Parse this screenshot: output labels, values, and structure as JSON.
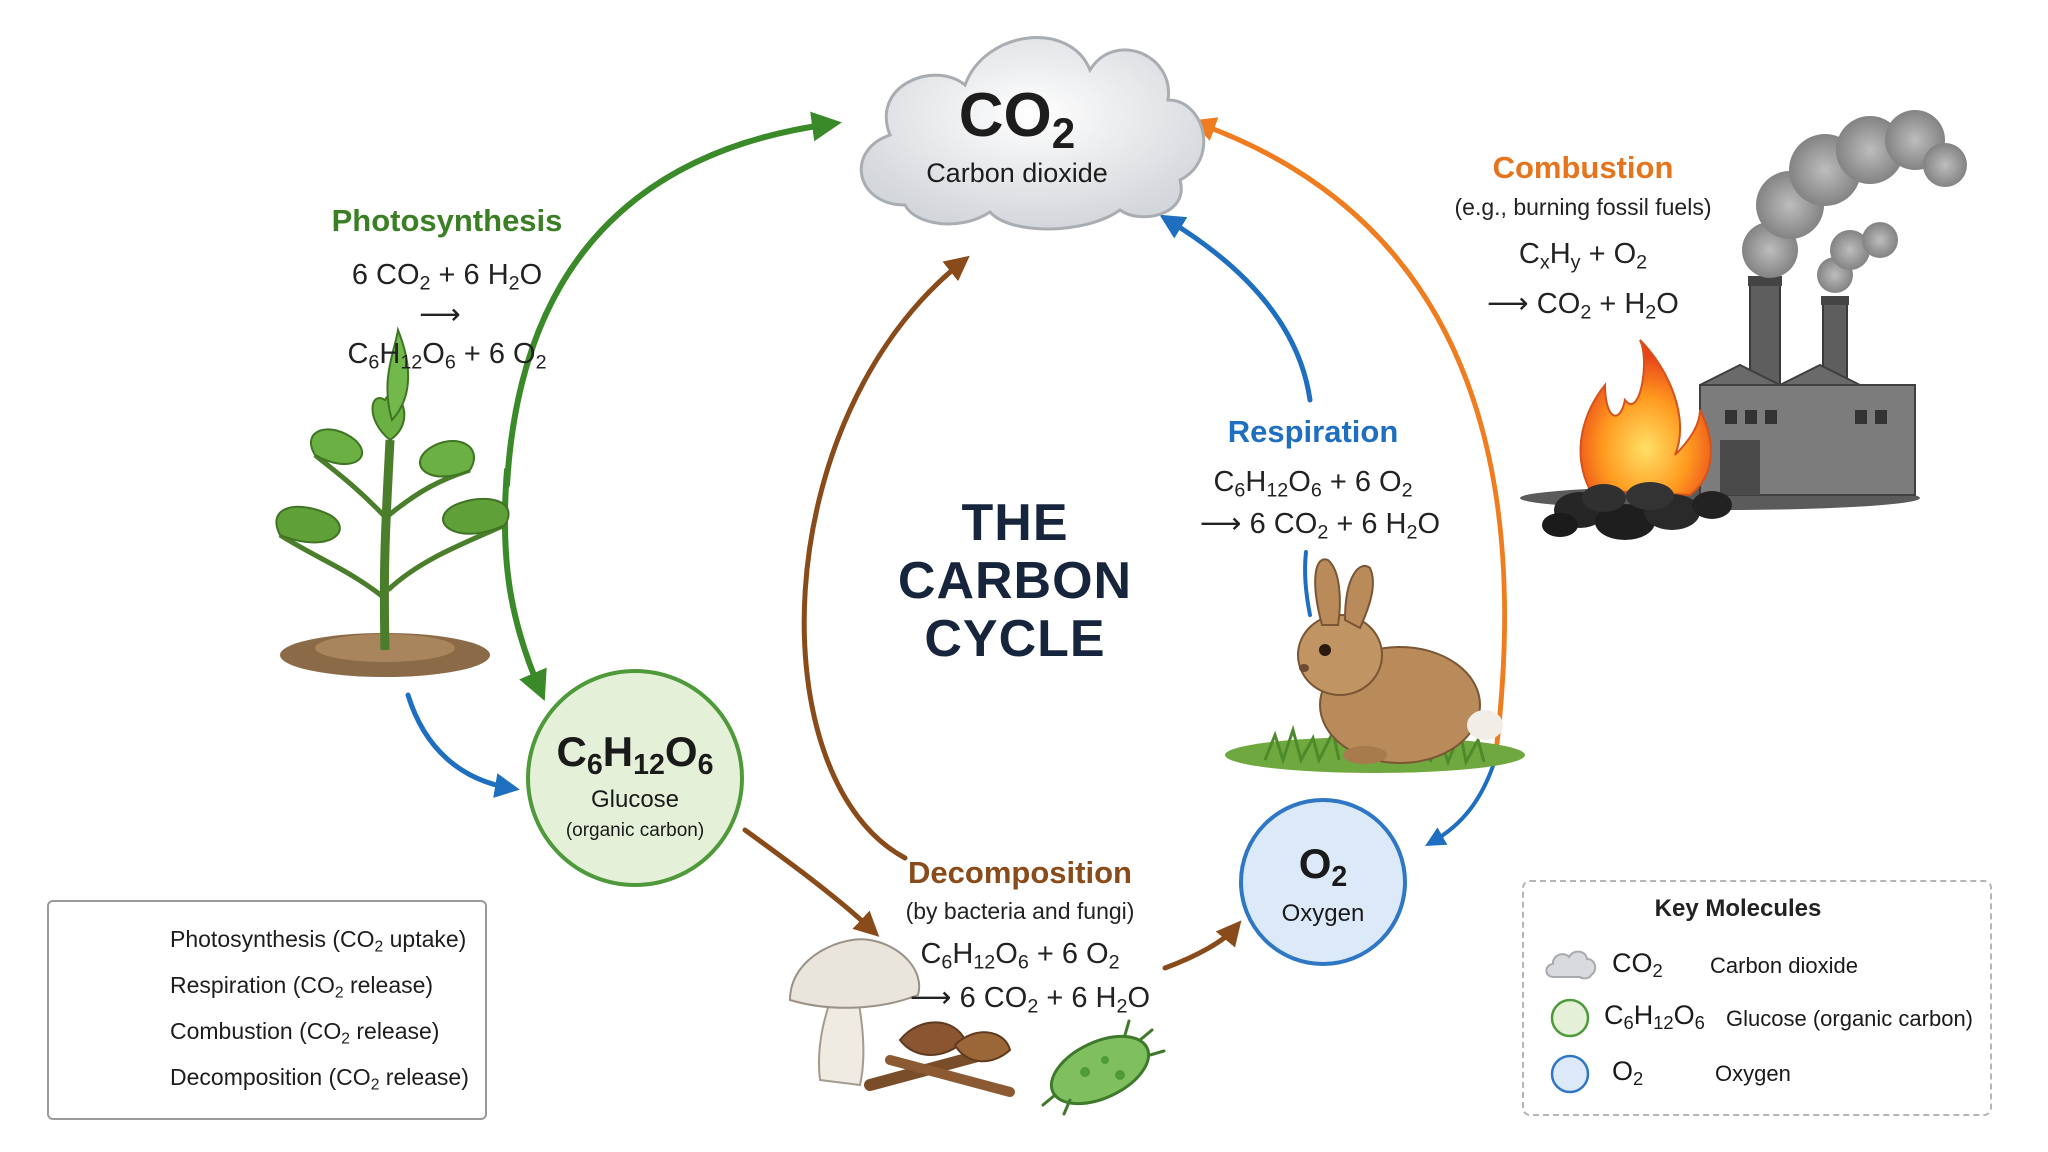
{
  "cloud": {
    "formula": "CO",
    "formula_sub": "2",
    "name": "Carbon dioxide"
  },
  "title": {
    "line1": "THE",
    "line2": "CARBON",
    "line3": "CYCLE"
  },
  "photosynthesis": {
    "title": "Photosynthesis",
    "eq1": [
      "6 CO",
      "2",
      " + 6 H",
      "2",
      "O"
    ],
    "arrow": "⟶",
    "eq2": [
      "C",
      "6",
      "H",
      "12",
      "O",
      "6",
      " + 6 O",
      "2"
    ]
  },
  "glucose": {
    "formula": [
      "C",
      "6",
      "H",
      "12",
      "O",
      "6"
    ],
    "name": "Glucose",
    "note": "(organic carbon)"
  },
  "oxygen": {
    "formula": "O",
    "formula_sub": "2",
    "name": "Oxygen"
  },
  "respiration": {
    "title": "Respiration",
    "eq1": [
      "C",
      "6",
      "H",
      "12",
      "O",
      "6",
      " + 6 O",
      "2"
    ],
    "eq2": [
      "⟶ 6 CO",
      "2",
      " + 6 H",
      "2",
      "O"
    ]
  },
  "combustion": {
    "title": "Combustion",
    "note": "(e.g., burning fossil fuels)",
    "eq1": [
      "C",
      "x",
      "H",
      "y",
      " + O",
      "2"
    ],
    "eq2": [
      "⟶ CO",
      "2",
      " + H",
      "2",
      "O"
    ]
  },
  "decomposition": {
    "title": "Decomposition",
    "note": "(by bacteria and fungi)",
    "eq1": [
      "C",
      "6",
      "H",
      "12",
      "O",
      "6",
      " + 6 O",
      "2"
    ],
    "eq2": [
      "⟶ 6 CO",
      "2",
      " + 6 H",
      "2",
      "O"
    ]
  },
  "legend": {
    "items": [
      {
        "text": [
          "Photosynthesis (CO",
          "2",
          " uptake)"
        ],
        "color": "#3b8a2a"
      },
      {
        "text": [
          "Respiration (CO",
          "2",
          " release)"
        ],
        "color": "#1e6fc0"
      },
      {
        "text": [
          "Combustion (CO",
          "2",
          " release)"
        ],
        "color": "#ef7d1f"
      },
      {
        "text": [
          "Decomposition (CO",
          "2",
          " release)"
        ],
        "color": "#8a4b1a"
      }
    ]
  },
  "key": {
    "title": "Key Molecules",
    "items": [
      {
        "formula": [
          "CO",
          "2"
        ],
        "name": "Carbon dioxide",
        "icon": "cloud-icon"
      },
      {
        "formula": [
          "C",
          "6",
          "H",
          "12",
          "O",
          "6"
        ],
        "name": "Glucose (organic carbon)",
        "icon": "green-circle-icon"
      },
      {
        "formula": [
          "O",
          "2"
        ],
        "name": "Oxygen",
        "icon": "blue-circle-icon"
      }
    ]
  },
  "colors": {
    "photosynthesis": "#3b8a2a",
    "respiration": "#1e6fc0",
    "combustion": "#ef7d1f",
    "decomposition": "#8a4b1a",
    "glucose_fill": "#e4f1d8",
    "glucose_stroke": "#4e9a3a",
    "oxygen_fill": "#dbe9f8",
    "oxygen_stroke": "#2f77c4"
  }
}
